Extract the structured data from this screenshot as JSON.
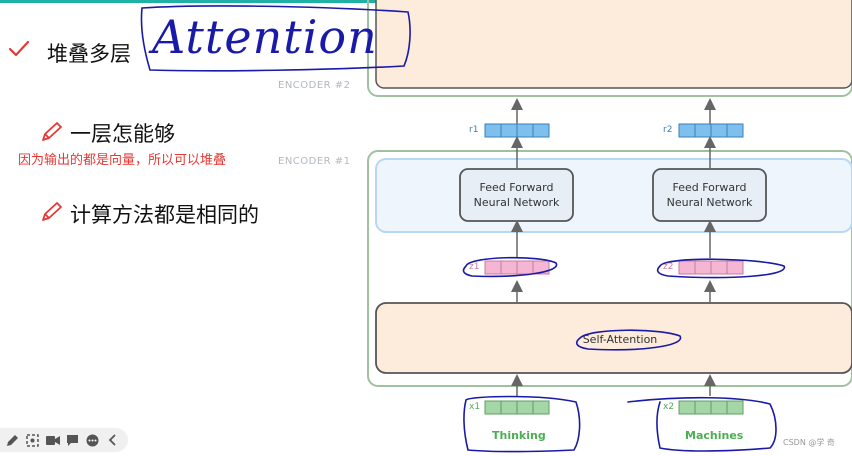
{
  "slide": {
    "item1": "堆叠多层",
    "item2": "一层怎能够",
    "item2_note": "因为输出的都是向量，所以可以堆叠",
    "item3": "计算方法都是相同的"
  },
  "annotation": {
    "handwritten": "Attention"
  },
  "diagram": {
    "encoder2_label": "ENCODER #2",
    "encoder1_label": "ENCODER #1",
    "ffn_line1": "Feed Forward",
    "ffn_line2": "Neural Network",
    "self_attention": "Self-Attention",
    "vectors": {
      "r1": "r1",
      "r2": "r2",
      "z1": "z1",
      "z2": "z2",
      "x1": "x1",
      "x2": "x2"
    },
    "words": [
      "Thinking",
      "Machines"
    ]
  },
  "colors": {
    "r_vector": "#7fbfee",
    "z_vector": "#f4b6d2",
    "x_vector": "#a5d6a7",
    "encoder_border": "#9fc19f",
    "ffn_border": "#b7d7f2",
    "attention_fill": "#fdebdc",
    "ink": "#1a1aa8",
    "check": "#e53935"
  },
  "toolbar": {
    "icons": [
      "pen-icon",
      "screenshot-icon",
      "video-icon",
      "comment-icon",
      "more-icon",
      "collapse-icon"
    ]
  },
  "watermark": "CSDN @学 奇"
}
